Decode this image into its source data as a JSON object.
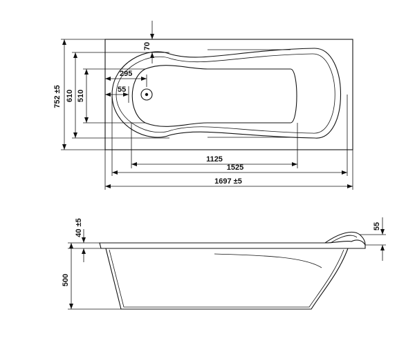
{
  "plan_view": {
    "dims": {
      "total_width": "752 ±5",
      "inner_width": "610",
      "bottom_width": "510",
      "top_offset": "70",
      "drain_offset": "295",
      "drain_inset": "55",
      "bottom_length": "1125",
      "inner_length": "1525",
      "total_length": "1697 ±5"
    }
  },
  "side_view": {
    "dims": {
      "rim_height": "40 ±5",
      "depth": "500",
      "headrest_height": "55"
    }
  }
}
